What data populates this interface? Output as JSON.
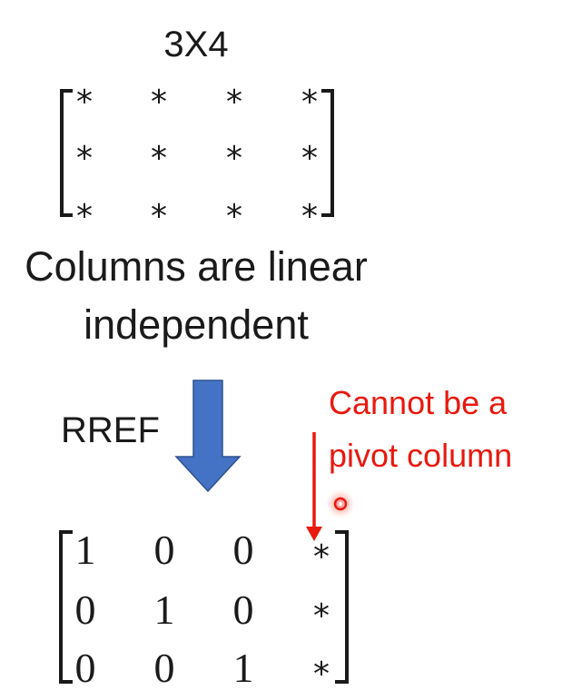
{
  "matrix_size_label": "3X4",
  "top_matrix": {
    "rows": [
      [
        "*",
        "*",
        "*",
        "*"
      ],
      [
        "*",
        "*",
        "*",
        "*"
      ],
      [
        "*",
        "*",
        "*",
        "*"
      ]
    ]
  },
  "caption": {
    "line1": "Columns are linear",
    "line2": "independent"
  },
  "rref_label": "RREF",
  "annotation": {
    "line1": "Cannot be a",
    "line2": "pivot column"
  },
  "bottom_matrix": {
    "rows": [
      [
        "1",
        "0",
        "0",
        "*"
      ],
      [
        "0",
        "1",
        "0",
        "*"
      ],
      [
        "0",
        "0",
        "1",
        "*"
      ]
    ]
  },
  "colors": {
    "text": "#1a1a1a",
    "annotation": "#e8190f",
    "arrow_fill": "#4472c4",
    "arrow_stroke": "#2f528f",
    "pointer_glow": "#ff5a4a"
  },
  "icons": {
    "process_arrow": "down-block-arrow-icon",
    "pointer_arrow": "down-arrow-icon",
    "cursor": "red-dot-cursor-icon"
  }
}
